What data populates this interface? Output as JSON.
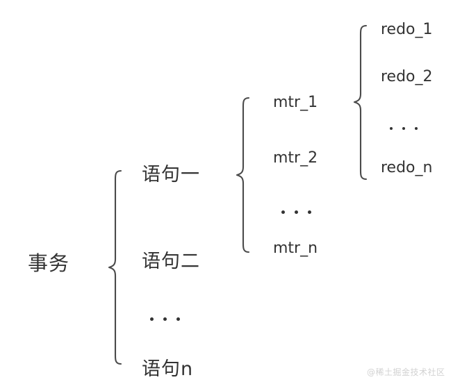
{
  "diagram": {
    "type": "hierarchy-brace-tree",
    "title_text": "事务",
    "levels": [
      {
        "name": "transaction",
        "label": "事务",
        "children_label": "statements"
      },
      {
        "name": "statements",
        "items": [
          "语句一",
          "语句二",
          "...",
          "语句n"
        ]
      },
      {
        "name": "mini-transactions",
        "items": [
          "mtr_1",
          "mtr_2",
          "...",
          "mtr_n"
        ]
      },
      {
        "name": "redo-logs",
        "items": [
          "redo_1",
          "redo_2",
          "...",
          "redo_n"
        ]
      }
    ]
  },
  "nodes": {
    "root": "事务",
    "statement_1": "语句一",
    "statement_2": "语句二",
    "statement_n": "语句n",
    "mtr_1": "mtr_1",
    "mtr_2": "mtr_2",
    "mtr_n": "mtr_n",
    "redo_1": "redo_1",
    "redo_2": "redo_2",
    "redo_n": "redo_n"
  },
  "watermark": {
    "text": "@稀土掘金技术社区"
  },
  "colors": {
    "background": "#ffffff",
    "text": "#333333",
    "stroke": "#4a4a4a",
    "watermark": "#d2d2d2"
  }
}
